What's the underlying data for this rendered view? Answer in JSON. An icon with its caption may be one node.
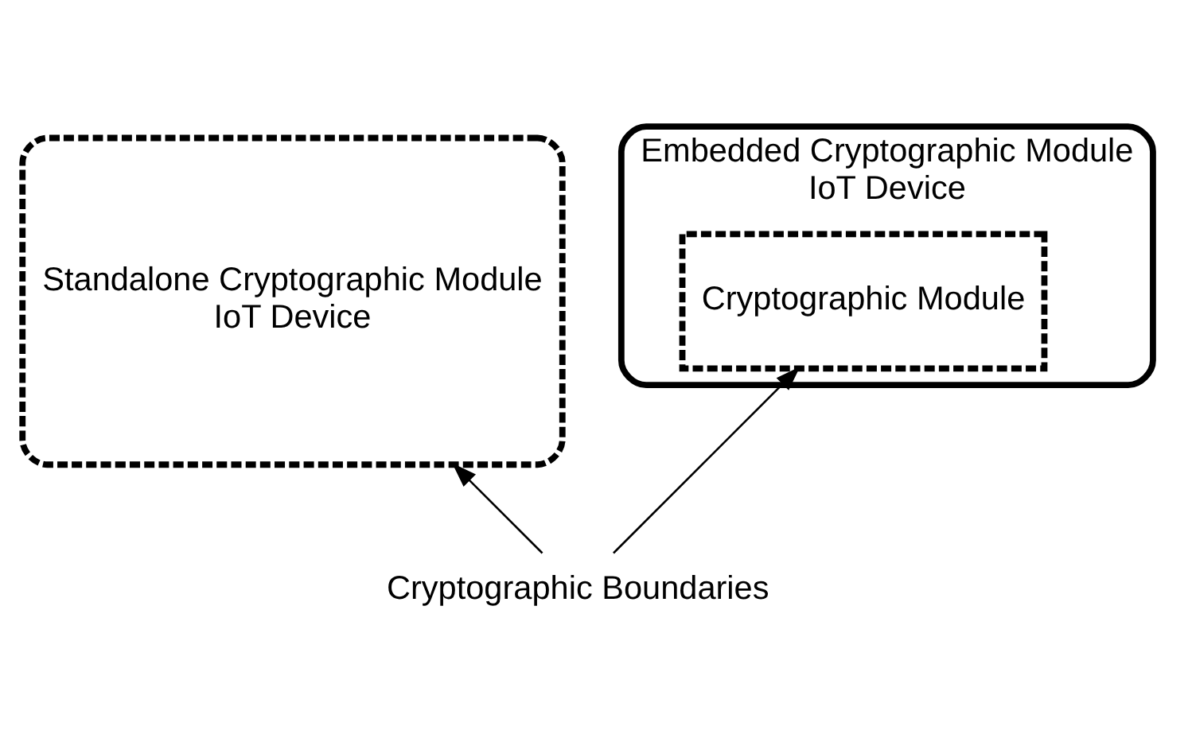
{
  "diagram": {
    "nodes": [
      {
        "text": [
          "Standalone Cryptographic Module",
          "IoT Device"
        ]
      },
      {
        "text": [
          "Embedded Cryptographic Module",
          "IoT Device"
        ]
      },
      {
        "text": [
          "Cryptographic Module"
        ],
        "in": 1
      },
      {
        "text": [
          "Cryptographic Boundaries"
        ]
      }
    ],
    "edges": [
      {
        "from": 3,
        "to": 0,
        "arrow": "to"
      },
      {
        "from": 3,
        "to": 2,
        "arrow": "to"
      }
    ]
  }
}
